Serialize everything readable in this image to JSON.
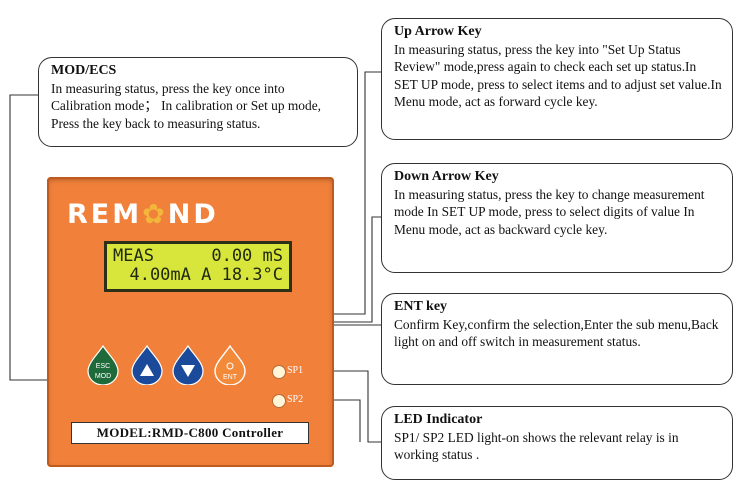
{
  "device": {
    "brand": "REMOND",
    "lcd": {
      "line1_left": "MEAS",
      "line1_right": "0.00 mS",
      "line2": "4.00mA A 18.3°C"
    },
    "keys": {
      "esc_top": "ESC",
      "esc_bottom": "MOD",
      "ent": "ENT"
    },
    "leds": {
      "sp1": "SP1",
      "sp2": "SP2"
    },
    "model": "MODEL:RMD-C800  Controller",
    "colors": {
      "panel": "#f0803a",
      "lcd": "#d8e63c",
      "esc_key": "#1f6a3a",
      "arrow_key": "#1c4a9a",
      "ent_key": "#f28a3a"
    }
  },
  "callouts": {
    "mod": {
      "title": "MOD/ECS",
      "body": "In measuring status, press the key once into Calibration mode； In calibration or Set up mode, Press the key back to measuring status."
    },
    "up": {
      "title": "Up Arrow Key",
      "body": "In measuring status, press the key into \"Set Up Status Review\" mode,press again to check each set up status.In SET UP mode, press to select items and to adjust set value.In Menu mode, act as forward cycle key."
    },
    "down": {
      "title": "Down Arrow Key",
      "body": "In measuring status, press the key to change measurement mode In SET UP mode, press to select digits of value In Menu mode, act as backward cycle key."
    },
    "ent": {
      "title": "ENT key",
      "body": "Confirm Key,confirm the selection,Enter the sub menu,Back light on and off switch in measurement status."
    },
    "led": {
      "title": "LED Indicator",
      "body": "SP1/ SP2 LED light-on shows the relevant  relay is in working status ."
    }
  }
}
